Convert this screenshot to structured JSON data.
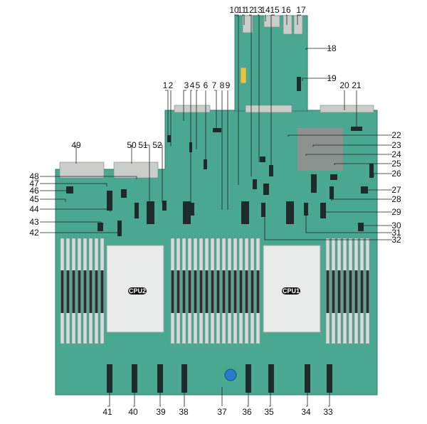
{
  "cpu_labels": {
    "cpu1": "CPU1",
    "cpu2": "CPU2"
  },
  "callouts": [
    "1",
    "2",
    "3",
    "4",
    "5",
    "6",
    "7",
    "8",
    "9",
    "10",
    "11",
    "12",
    "13",
    "14",
    "15",
    "16",
    "17",
    "18",
    "19",
    "20",
    "21",
    "22",
    "23",
    "24",
    "25",
    "26",
    "27",
    "28",
    "29",
    "30",
    "31",
    "32",
    "33",
    "34",
    "35",
    "36",
    "37",
    "38",
    "39",
    "40",
    "41",
    "42",
    "43",
    "44",
    "45",
    "46",
    "47",
    "48",
    "49",
    "50",
    "51",
    "52"
  ],
  "colors": {
    "board": "#4aa890",
    "board_edge": "#2f7d68",
    "slot": "#1f2b2a",
    "dimm": "#d7dbd9",
    "socket": "#e8ebea",
    "battery": "#2b7ac7"
  }
}
